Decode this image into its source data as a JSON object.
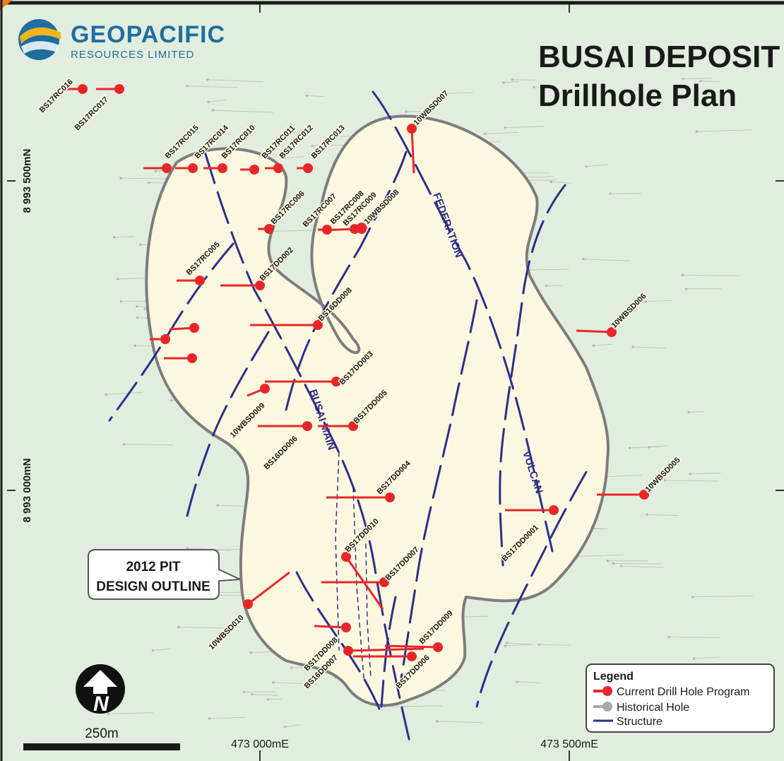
{
  "company": {
    "name": "GEOPACIFIC",
    "subtitle": "RESOURCES LIMITED"
  },
  "title": {
    "line1": "BUSAI DEPOSIT",
    "line2": "Drillhole Plan"
  },
  "grid": {
    "northing_upper": "8 993 500mN",
    "northing_lower": "8 993 000mN",
    "easting_left": "473 000mE",
    "easting_right": "473 500mE"
  },
  "scale_bar": {
    "label": "250m"
  },
  "callout": {
    "line1": "2012 PIT",
    "line2": "DESIGN OUTLINE"
  },
  "structures": {
    "federation": "FEDERATION",
    "busai_main": "BUSAI MAIN",
    "vulcan": "VULCAN"
  },
  "legend": {
    "title": "Legend",
    "current": "Current Drill Hole Program",
    "historical": "Historical Hole",
    "structure": "Structure"
  },
  "north_arrow": {
    "letter": "N"
  },
  "colors": {
    "background": "#e1eedf",
    "pit_fill": "#fcf8df",
    "pit_outline": "#7d7d7d",
    "drill_hole": "#e8262a",
    "structure": "#2e2e8c",
    "historical": "#a8a8a8"
  },
  "drill_holes": [
    {
      "id": "BS17RC016"
    },
    {
      "id": "BS17RC017"
    },
    {
      "id": "BS17RC015"
    },
    {
      "id": "BS17RC014"
    },
    {
      "id": "BS17RC010"
    },
    {
      "id": "BS17RC011"
    },
    {
      "id": "BS17RC012"
    },
    {
      "id": "BS17RC013"
    },
    {
      "id": "10WBSD007"
    },
    {
      "id": "BS17RC006"
    },
    {
      "id": "BS17RC007"
    },
    {
      "id": "BS17RC008"
    },
    {
      "id": "BS17RC009"
    },
    {
      "id": "10WBSD008"
    },
    {
      "id": "BS17RC005"
    },
    {
      "id": "BS17DD002"
    },
    {
      "id": "BS16DD008"
    },
    {
      "id": "BS17DD003"
    },
    {
      "id": "10WBSD009"
    },
    {
      "id": "BS17DD005"
    },
    {
      "id": "BS16DD006"
    },
    {
      "id": "BS17DD004"
    },
    {
      "id": "10WBSD006"
    },
    {
      "id": "10WBSD005"
    },
    {
      "id": "BS17DD0001"
    },
    {
      "id": "BS17DD010"
    },
    {
      "id": "BS17DD007"
    },
    {
      "id": "10WBSD010"
    },
    {
      "id": "BS17DD008"
    },
    {
      "id": "BS16DD007"
    },
    {
      "id": "BS17DD009"
    },
    {
      "id": "BS17DD006"
    },
    {
      "id": ""
    },
    {
      "id": ""
    },
    {
      "id": ""
    }
  ]
}
